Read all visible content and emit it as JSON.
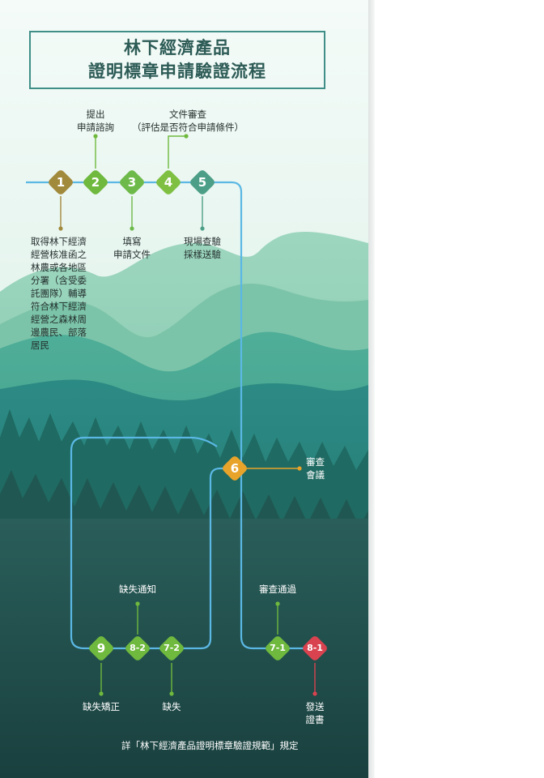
{
  "title": {
    "line1": "林下經濟產品",
    "line2": "證明標章申請驗證流程"
  },
  "colors": {
    "flow_line": "#5bb8e4",
    "node_1": "#a28a3c",
    "node_green": "#6fb93e",
    "node_3": "#6dba4a",
    "node_5": "#4c9f86",
    "node_6": "#e8a32b",
    "node_8_1": "#d9434f",
    "mountain_light": "#8fcdb5",
    "forest_dark": "#1f4a47"
  },
  "nodes": {
    "n1": "1",
    "n2": "2",
    "n3": "3",
    "n4": "4",
    "n5": "5",
    "n6": "6",
    "n7_1": "7-1",
    "n8_1": "8-1",
    "n7_2": "7-2",
    "n8_2": "8-2",
    "n9": "9"
  },
  "labels": {
    "step2_l1": "提出",
    "step2_l2": "申請諮詢",
    "step4_l1": "文件審查",
    "step4_l2": "（評估是否符合申請條件）",
    "step1_lines": [
      "取得林下經濟",
      "經營核准函之",
      "林農或各地區",
      "分署（含受委",
      "託團隊）輔導",
      "符合林下經濟",
      "經營之森林周",
      "邊農民、部落",
      "居民"
    ],
    "step3_l1": "填寫",
    "step3_l2": "申請文件",
    "step5_l1": "現場查驗",
    "step5_l2": "採樣送驗",
    "step6_l1": "審查",
    "step6_l2": "會議",
    "deficiency_notice": "缺失通知",
    "review_passed": "審查通過",
    "deficiency_fix": "缺失矯正",
    "deficiency": "缺失",
    "issue_l1": "發送",
    "issue_l2": "證書"
  },
  "footnote": "詳「林下經濟產品證明標章驗證規範」規定"
}
